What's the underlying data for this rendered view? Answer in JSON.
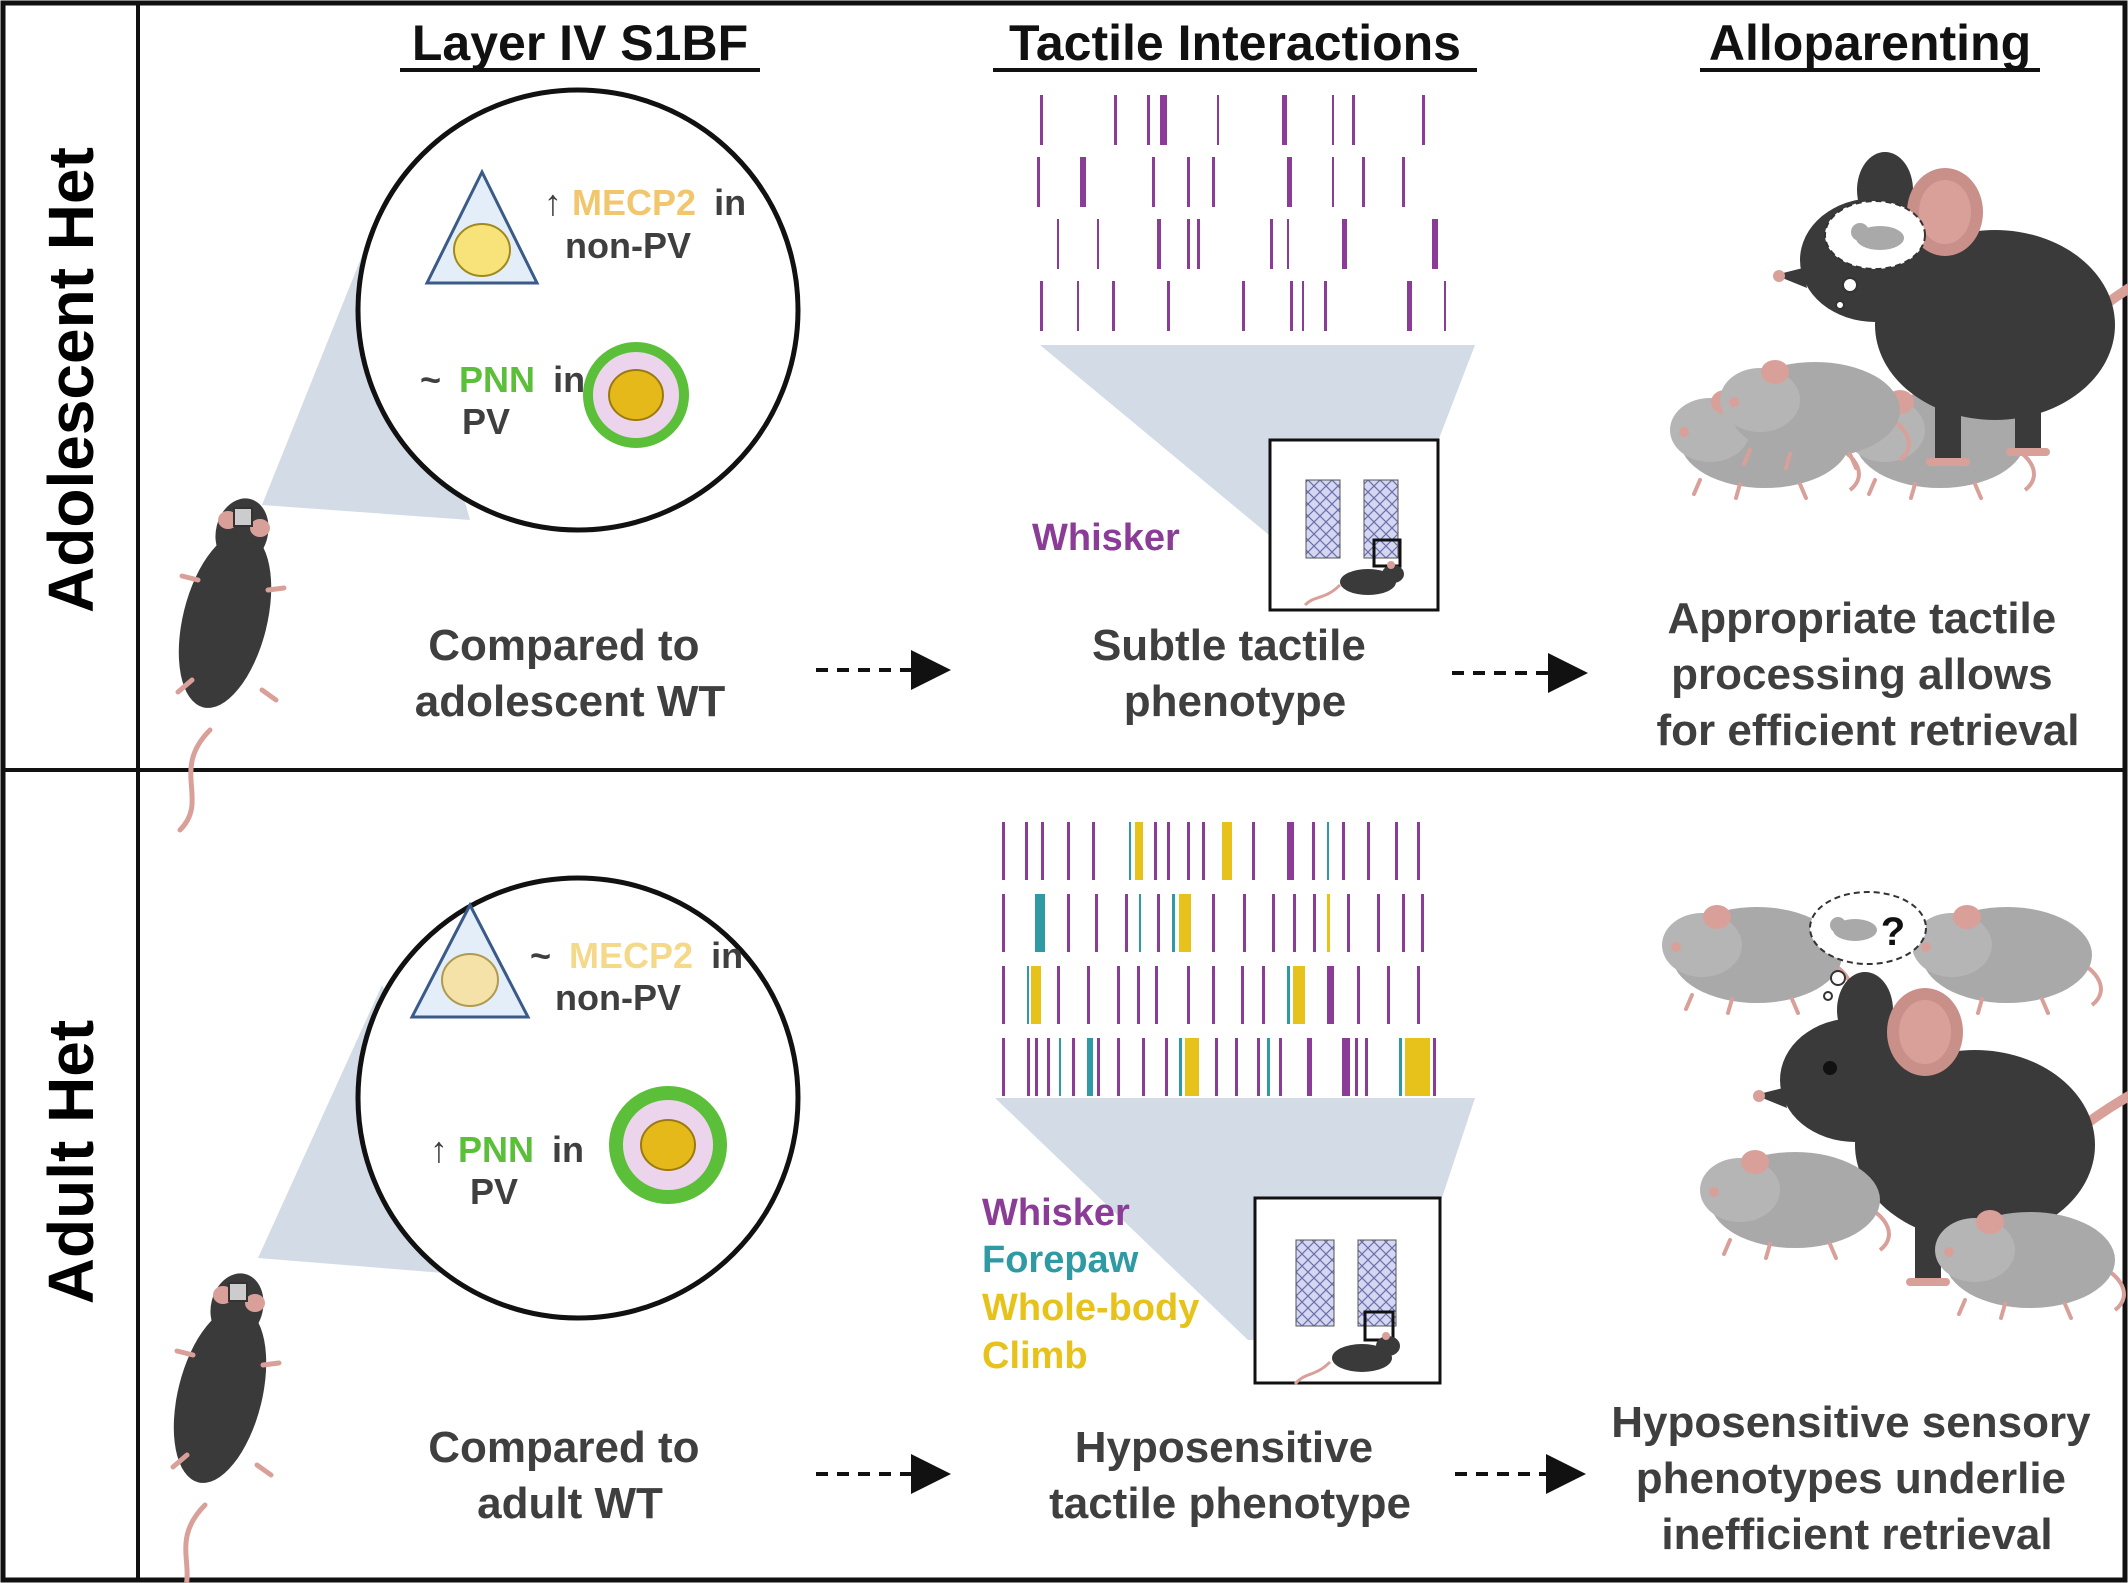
{
  "headers": {
    "layer": "Layer IV S1BF",
    "tactile": "Tactile Interactions",
    "allo": "Alloparenting"
  },
  "rows": [
    {
      "label": "Adolescent Het",
      "cell_mecp2": {
        "prefix": "↑",
        "marker": "MECP2",
        "suffix": "in",
        "line2": "non-PV"
      },
      "cell_pnn": {
        "prefix": "~",
        "marker": "PNN",
        "suffix": "in",
        "line2": "PV"
      },
      "legend": [
        "Whisker"
      ],
      "caption_left": [
        "Compared to",
        "adolescent WT"
      ],
      "caption_mid": [
        "Subtle tactile",
        "phenotype"
      ],
      "caption_right": [
        "Appropriate tactile",
        "processing allows",
        "for efficient retrieval"
      ],
      "thought_mark": ""
    },
    {
      "label": "Adult Het",
      "cell_mecp2": {
        "prefix": "~",
        "marker": "MECP2",
        "suffix": "in",
        "line2": "non-PV"
      },
      "cell_pnn": {
        "prefix": "↑",
        "marker": "PNN",
        "suffix": "in",
        "line2": "PV"
      },
      "legend": [
        "Whisker",
        "Forepaw",
        "Whole-body",
        "Climb"
      ],
      "caption_left": [
        "Compared to",
        "adult WT"
      ],
      "caption_mid": [
        "Hyposensitive",
        "tactile phenotype"
      ],
      "caption_right": [
        "Hyposensitive sensory",
        "phenotypes underlie",
        "inefficient retrieval"
      ],
      "thought_mark": "?"
    }
  ],
  "colors": {
    "whisker": "#8a3c96",
    "forepaw": "#2f9aa4",
    "wholebody": "#e6c21a",
    "climb": "#e6c21a",
    "mecp2_up": "#f2c66d",
    "mecp2_same": "#f5d98a",
    "pnn": "#5cbf3a",
    "text": "#3f3f3f",
    "mouse_dark": "#3a3a3a",
    "mouse_grey": "#a9a9a9",
    "skin": "#d9a09a",
    "cone": "#d3dbe7",
    "triangle_fill": "#e4eef8",
    "triangle_stroke": "#3a5a8a",
    "pv_fill": "#ecd5ec",
    "nucleus": "#e6b91a",
    "nucleus_light": "#f7e37a",
    "nucleus_pale": "#f4e2a8"
  },
  "raster": {
    "adolescent": [
      [
        [
          "w",
          8,
          3
        ],
        [
          "w",
          82,
          3
        ],
        [
          "w",
          115,
          3
        ],
        [
          "w",
          128,
          7
        ],
        [
          "w",
          185,
          2
        ],
        [
          "w",
          250,
          5
        ],
        [
          "w",
          300,
          2
        ],
        [
          "w",
          320,
          3
        ],
        [
          "w",
          390,
          3
        ]
      ],
      [
        [
          "w",
          5,
          3
        ],
        [
          "w",
          48,
          6
        ],
        [
          "w",
          120,
          3
        ],
        [
          "w",
          155,
          3
        ],
        [
          "w",
          180,
          3
        ],
        [
          "w",
          255,
          5
        ],
        [
          "w",
          300,
          2
        ],
        [
          "w",
          330,
          3
        ],
        [
          "w",
          370,
          3
        ]
      ],
      [
        [
          "w",
          25,
          2
        ],
        [
          "w",
          65,
          2
        ],
        [
          "w",
          125,
          4
        ],
        [
          "w",
          155,
          3
        ],
        [
          "w",
          165,
          3
        ],
        [
          "w",
          238,
          3
        ],
        [
          "w",
          255,
          2
        ],
        [
          "w",
          310,
          5
        ],
        [
          "w",
          400,
          6
        ]
      ],
      [
        [
          "w",
          8,
          3
        ],
        [
          "w",
          45,
          2
        ],
        [
          "w",
          80,
          3
        ],
        [
          "w",
          135,
          3
        ],
        [
          "w",
          210,
          3
        ],
        [
          "w",
          258,
          3
        ],
        [
          "w",
          270,
          2
        ],
        [
          "w",
          292,
          3
        ],
        [
          "w",
          375,
          5
        ],
        [
          "w",
          412,
          2
        ]
      ]
    ],
    "adult": [
      [
        [
          "w",
          5,
          3
        ],
        [
          "w",
          28,
          3
        ],
        [
          "w",
          44,
          3
        ],
        [
          "w",
          70,
          3
        ],
        [
          "w",
          95,
          3
        ],
        [
          "f",
          132,
          2
        ],
        [
          "y",
          138,
          8
        ],
        [
          "w",
          157,
          3
        ],
        [
          "w",
          170,
          3
        ],
        [
          "w",
          190,
          3
        ],
        [
          "w",
          205,
          3
        ],
        [
          "y",
          225,
          10
        ],
        [
          "w",
          255,
          3
        ],
        [
          "w",
          290,
          7
        ],
        [
          "w",
          315,
          3
        ],
        [
          "f",
          330,
          2
        ],
        [
          "w",
          345,
          3
        ],
        [
          "w",
          370,
          3
        ],
        [
          "w",
          398,
          3
        ],
        [
          "w",
          420,
          3
        ]
      ],
      [
        [
          "w",
          5,
          3
        ],
        [
          "f",
          38,
          10
        ],
        [
          "w",
          70,
          3
        ],
        [
          "w",
          98,
          3
        ],
        [
          "w",
          128,
          3
        ],
        [
          "f",
          142,
          2
        ],
        [
          "w",
          160,
          3
        ],
        [
          "f",
          175,
          3
        ],
        [
          "y",
          182,
          12
        ],
        [
          "w",
          215,
          3
        ],
        [
          "w",
          246,
          3
        ],
        [
          "w",
          275,
          3
        ],
        [
          "w",
          296,
          3
        ],
        [
          "w",
          316,
          3
        ],
        [
          "y",
          330,
          3
        ],
        [
          "w",
          350,
          3
        ],
        [
          "w",
          380,
          3
        ],
        [
          "w",
          405,
          3
        ],
        [
          "w",
          424,
          3
        ]
      ],
      [
        [
          "w",
          5,
          3
        ],
        [
          "f",
          30,
          2
        ],
        [
          "y",
          34,
          10
        ],
        [
          "w",
          60,
          3
        ],
        [
          "w",
          90,
          3
        ],
        [
          "w",
          120,
          3
        ],
        [
          "w",
          140,
          3
        ],
        [
          "w",
          158,
          3
        ],
        [
          "w",
          190,
          3
        ],
        [
          "w",
          215,
          3
        ],
        [
          "w",
          244,
          3
        ],
        [
          "w",
          265,
          3
        ],
        [
          "f",
          290,
          3
        ],
        [
          "y",
          296,
          12
        ],
        [
          "w",
          330,
          7
        ],
        [
          "w",
          360,
          3
        ],
        [
          "w",
          390,
          3
        ],
        [
          "w",
          420,
          3
        ]
      ],
      [
        [
          "w",
          5,
          3
        ],
        [
          "w",
          30,
          3
        ],
        [
          "w",
          38,
          3
        ],
        [
          "w",
          50,
          3
        ],
        [
          "f",
          62,
          2
        ],
        [
          "w",
          75,
          3
        ],
        [
          "f",
          90,
          6
        ],
        [
          "w",
          100,
          3
        ],
        [
          "w",
          120,
          3
        ],
        [
          "w",
          145,
          3
        ],
        [
          "w",
          168,
          3
        ],
        [
          "f",
          182,
          3
        ],
        [
          "y",
          188,
          14
        ],
        [
          "w",
          218,
          3
        ],
        [
          "w",
          238,
          3
        ],
        [
          "w",
          260,
          3
        ],
        [
          "f",
          270,
          3
        ],
        [
          "w",
          282,
          3
        ],
        [
          "w",
          310,
          5
        ],
        [
          "w",
          345,
          8
        ],
        [
          "w",
          358,
          3
        ],
        [
          "w",
          368,
          3
        ],
        [
          "f",
          402,
          3
        ],
        [
          "y",
          408,
          25
        ],
        [
          "w",
          436,
          3
        ]
      ]
    ]
  }
}
